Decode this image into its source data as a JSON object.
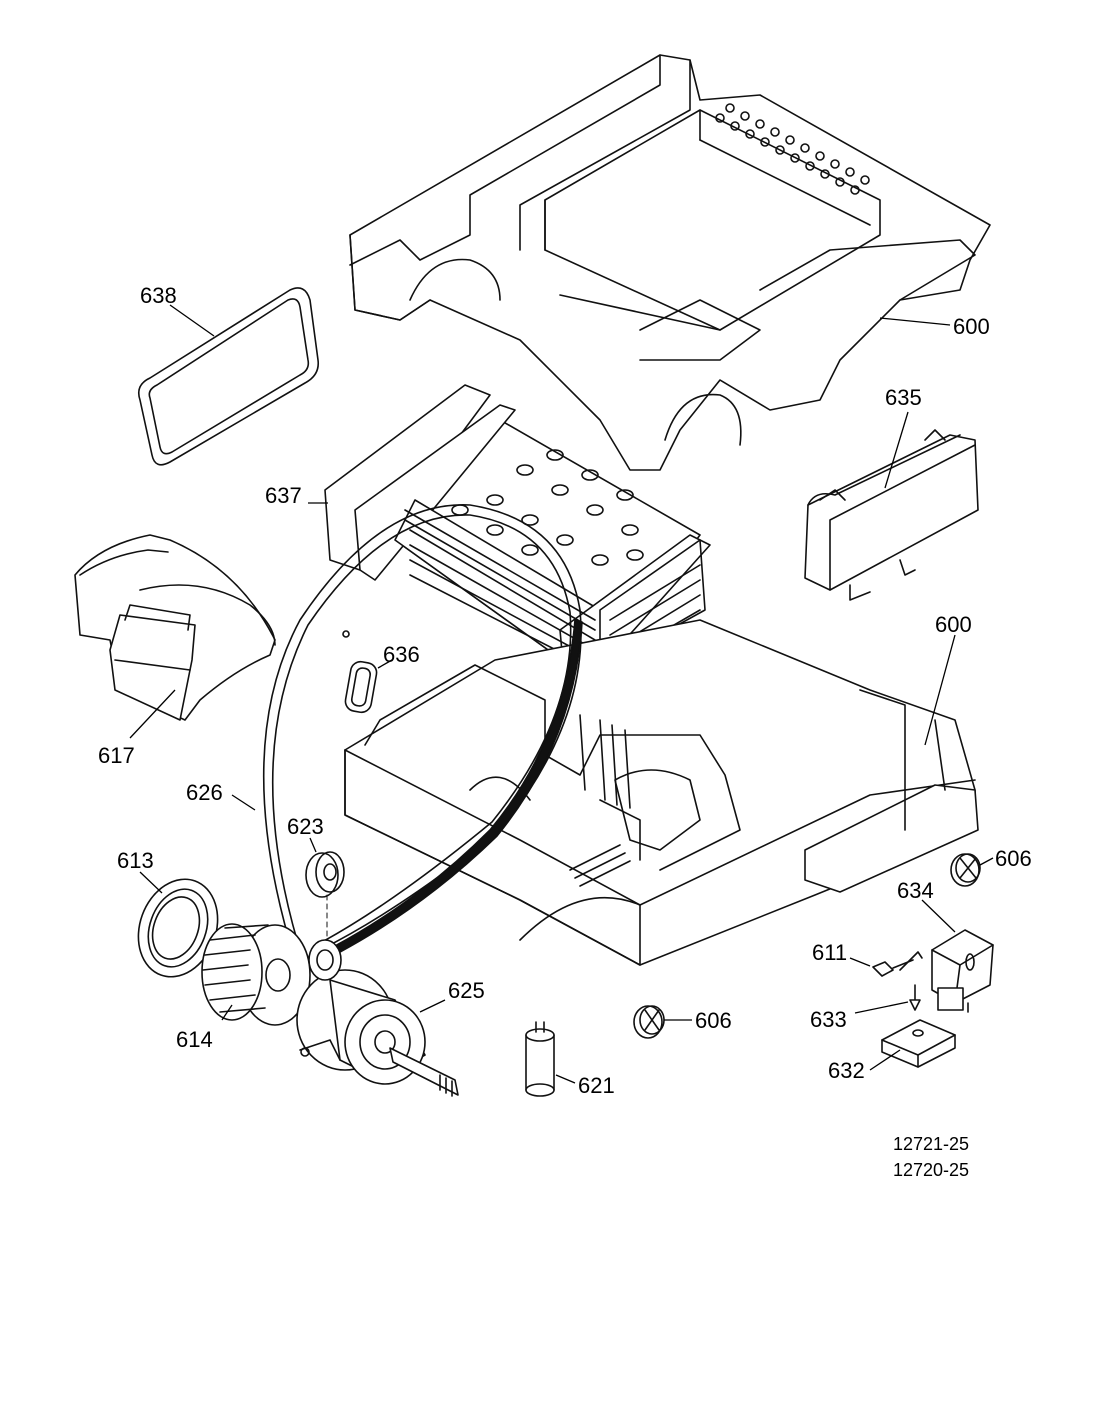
{
  "callouts": {
    "c600_top": "600",
    "c638": "638",
    "c635": "635",
    "c637": "637",
    "c600_base": "600",
    "c636": "636",
    "c617": "617",
    "c626": "626",
    "c623": "623",
    "c613": "613",
    "c606_right": "606",
    "c634": "634",
    "c611": "611",
    "c625": "625",
    "c633": "633",
    "c606_low": "606",
    "c614": "614",
    "c632": "632",
    "c621": "621"
  },
  "doc_refs": [
    "12721-25",
    "12720-25"
  ]
}
